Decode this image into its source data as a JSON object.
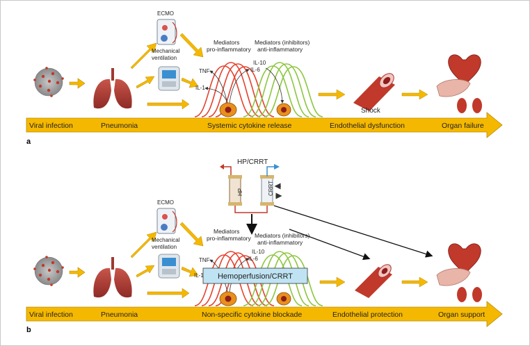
{
  "panel_a": {
    "letter": "a",
    "stages": [
      "Viral infection",
      "Pneumonia",
      "Systemic cytokine release",
      "Endothelial dysfunction",
      "Organ failure"
    ],
    "ecmo": "ECMO",
    "mech_vent_line1": "Mechanical",
    "mech_vent_line2": "ventilation",
    "mediators_pro_line1": "Mediators",
    "mediators_pro_line2": "pro-inflammatory",
    "mediators_anti_line1": "Mediators (inhibitors)",
    "mediators_anti_line2": "anti-inflammatory",
    "tnf": "TNF",
    "il1": "IL-1",
    "il6": "IL-6",
    "il10": "IL-10",
    "shock": "Shock"
  },
  "panel_b": {
    "letter": "b",
    "stages": [
      "Viral infection",
      "Pneumonia",
      "Non-specific cytokine blockade",
      "Endothelial protection",
      "Organ support"
    ],
    "ecmo": "ECMO",
    "mech_vent_line1": "Mechanical",
    "mech_vent_line2": "ventilation",
    "mediators_pro_line1": "Mediators",
    "mediators_pro_line2": "pro-inflammatory",
    "mediators_anti_line1": "Mediators (inhibitors)",
    "mediators_anti_line2": "anti-inflammatory",
    "tnf": "TNF",
    "il1": "IL-1",
    "il6": "IL-6",
    "il10": "IL-10",
    "hp_crrt_title": "HP/CRRT",
    "hp": "HP",
    "crrt": "CRRT",
    "hemoperfusion_box": "Hemoperfusion/CRRT"
  },
  "colors": {
    "bar_fill": "#f5b800",
    "bar_stroke": "#b88a00",
    "pro_curve": "#e5412d",
    "anti_curve": "#8cc63f",
    "hemo_box": "#bfe3f2"
  }
}
